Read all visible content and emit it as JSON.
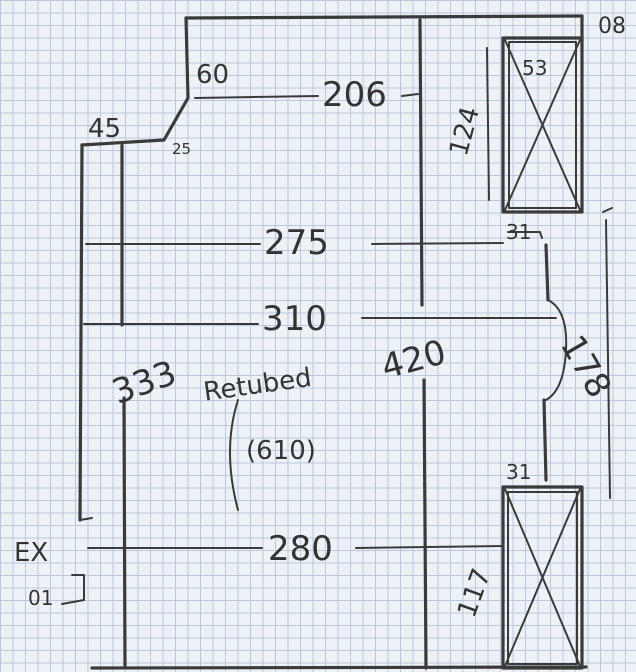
{
  "dimensions": {
    "top_right": "08",
    "step_top": "60",
    "corner_width": "45",
    "diagonal": "25",
    "upper_run": "206",
    "box_top_label": "53",
    "box_top_height": "124",
    "mid_upper": "275",
    "gap_top": "31",
    "mid_main": "310",
    "right_span": "178",
    "left_height": "333",
    "center_height": "420",
    "gap_bottom": "31",
    "lower_run": "280",
    "box_bottom_height": "117"
  },
  "notes": {
    "room_name": "Retubed",
    "room_code": "(610)",
    "exit_line1": "EX",
    "exit_line2": "01"
  }
}
